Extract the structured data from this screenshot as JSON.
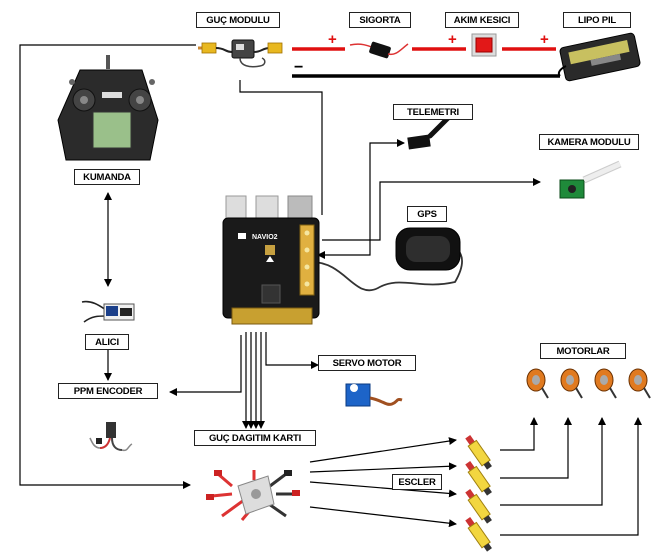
{
  "labels": {
    "guc_modulu": "GUÇ MODULU",
    "sigorta": "SIGORTA",
    "akim_kesici": "AKIM KESICI",
    "lipo_pil": "LIPO PIL",
    "kumanda": "KUMANDA",
    "telemetri": "TELEMETRI",
    "kamera_modulu": "KAMERA MODULU",
    "gps": "GPS",
    "alici": "ALICI",
    "ppm_encoder": "PPM ENCODER",
    "servo_motor": "SERVO MOTOR",
    "motorlar": "MOTORLAR",
    "guc_dagitim_karti": "GUÇ DAGITIM KARTI",
    "escler": "ESCLER"
  },
  "markers": {
    "plus": "+",
    "minus": "−"
  },
  "board": {
    "name": "NAVIO2"
  },
  "colors": {
    "positive_wire": "#e01010",
    "negative_wire": "#000000",
    "arrow": "#000000"
  },
  "icons": [
    "remote-control-icon",
    "power-module-icon",
    "fuse-icon",
    "switch-icon",
    "lipo-battery-icon",
    "navio2-board-icon",
    "telemetry-radio-icon",
    "camera-module-icon",
    "gps-antenna-icon",
    "receiver-icon",
    "ppm-encoder-icon",
    "servo-icon",
    "pdb-icon",
    "esc-icon",
    "motor-icon"
  ]
}
